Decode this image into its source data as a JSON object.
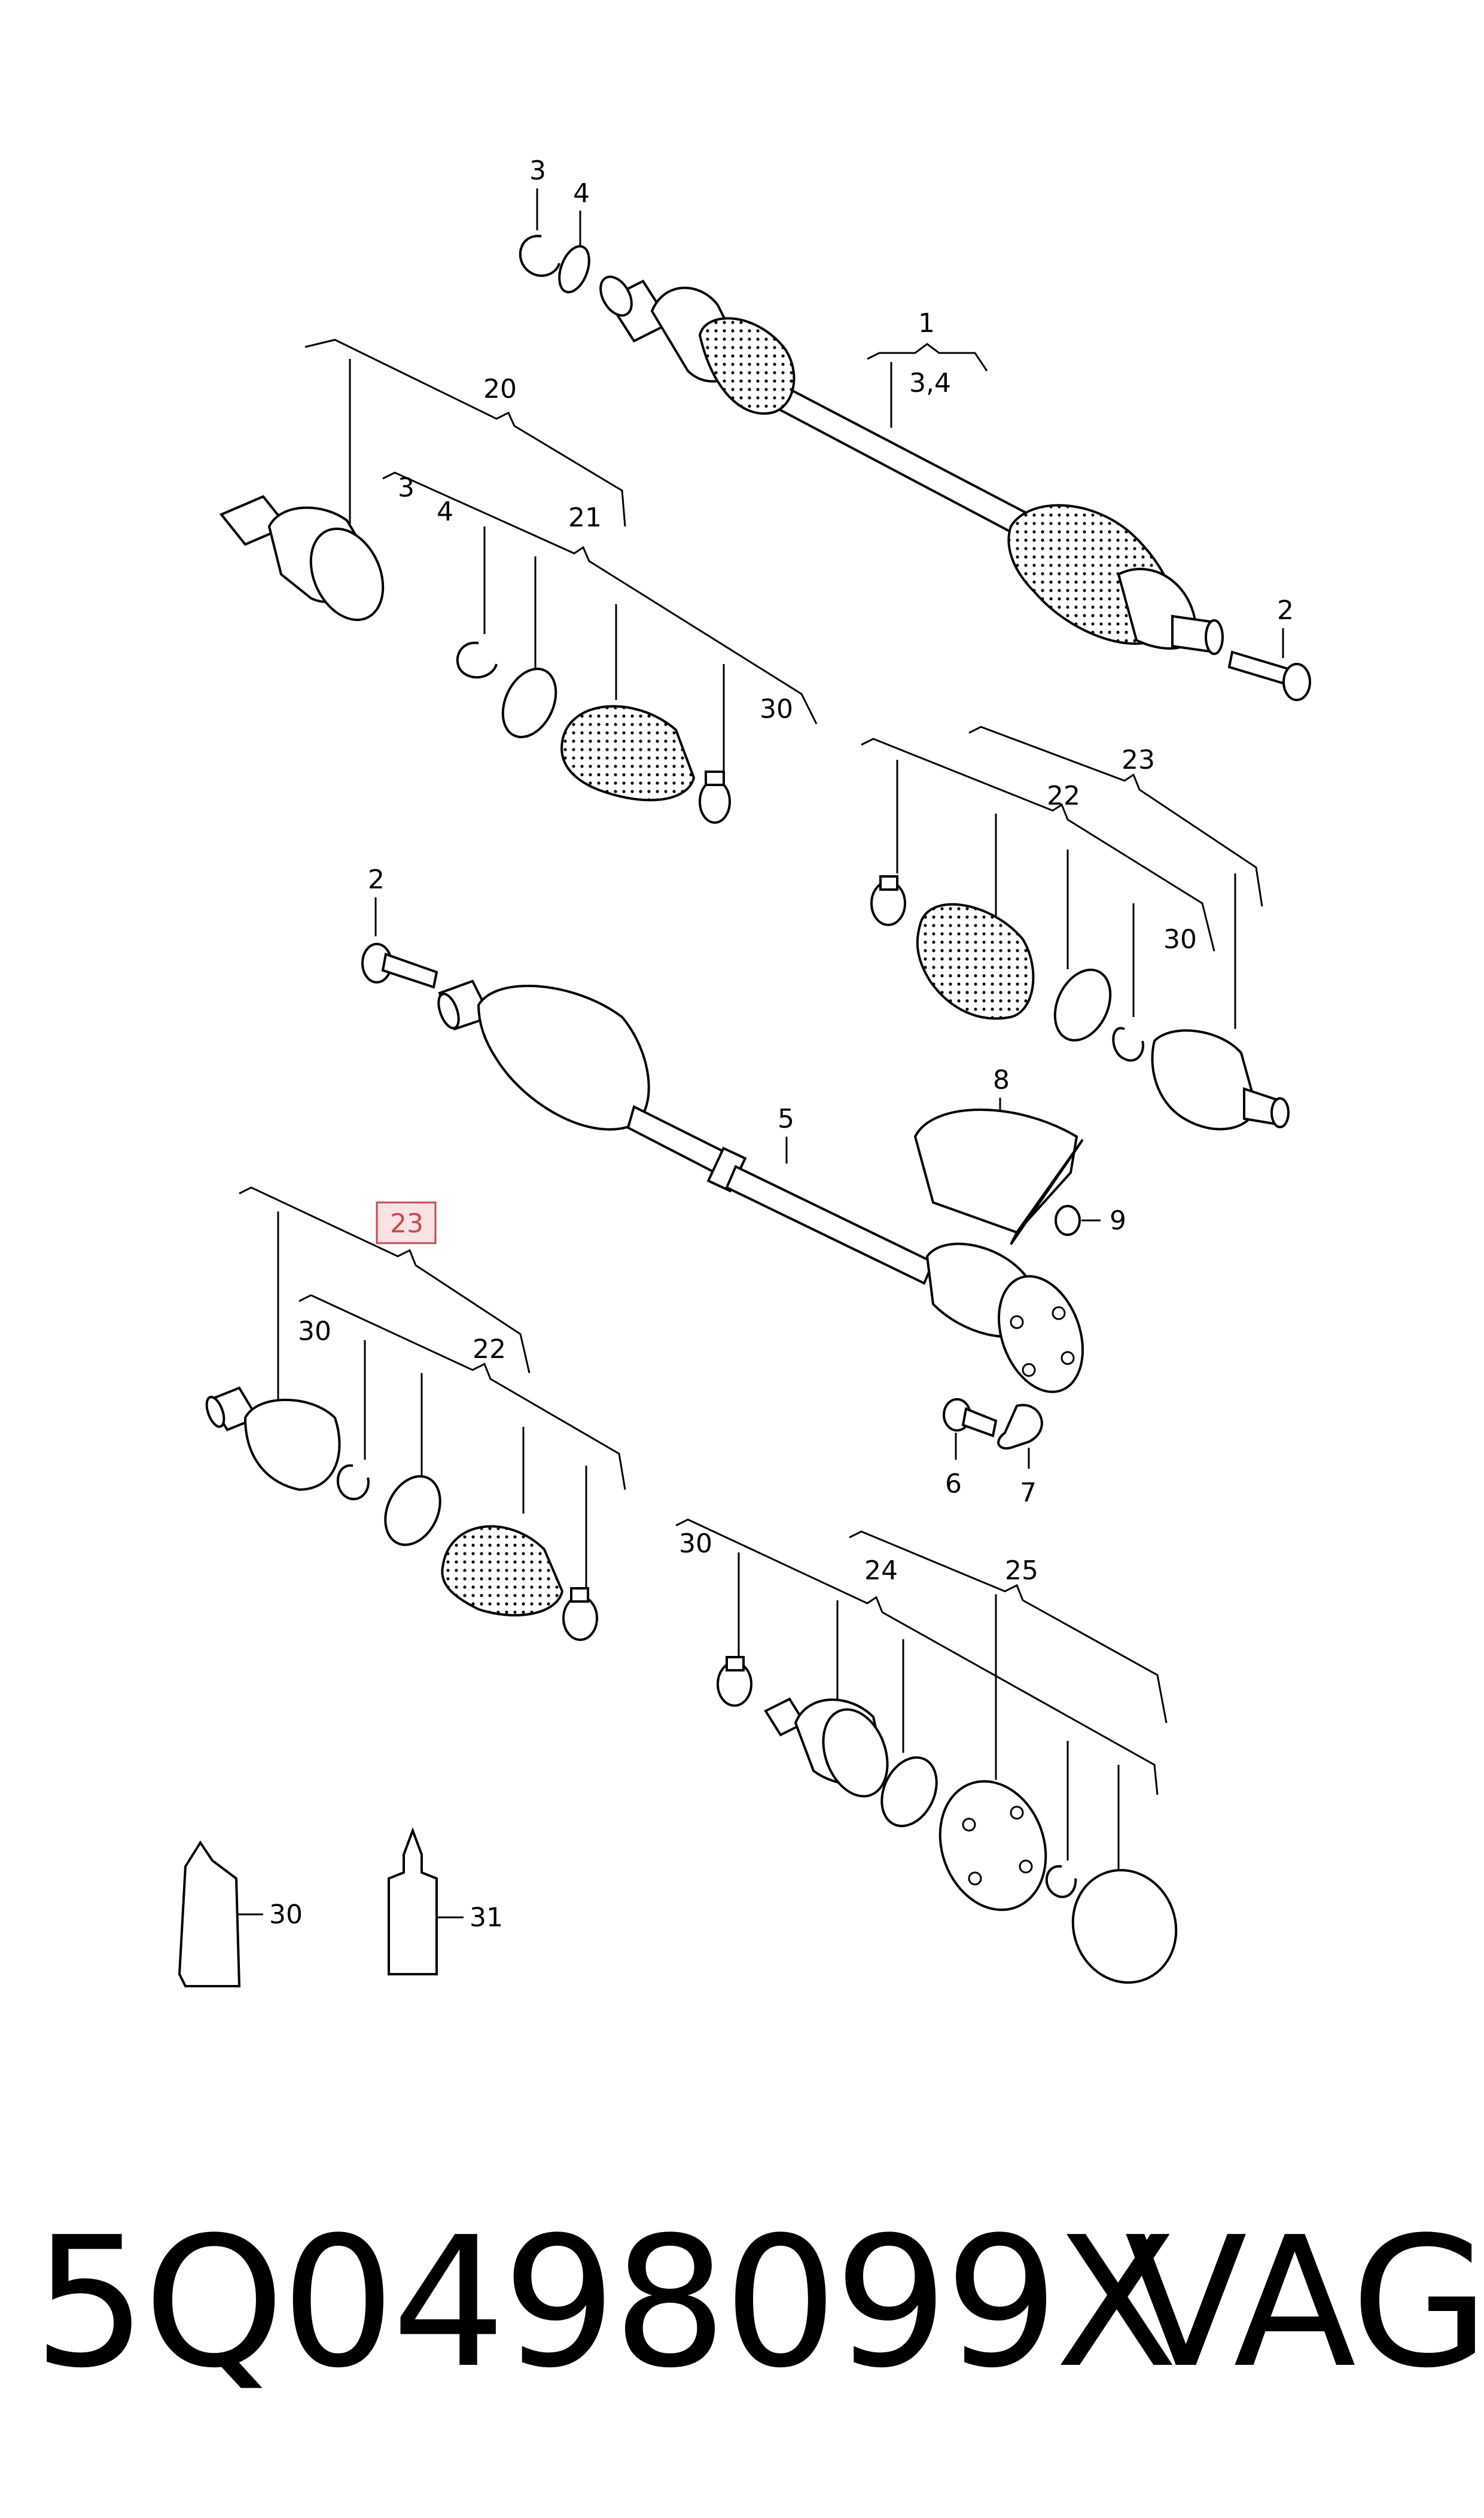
{
  "callouts": {
    "c3_top": "3",
    "c4_top": "4",
    "c1": "1",
    "c34": "3,4",
    "c20": "20",
    "c3_mid": "3",
    "c4_mid": "4",
    "c21": "21",
    "c30_a": "30",
    "c2_right": "2",
    "c23_right": "23",
    "c22_right": "22",
    "c30_b": "30",
    "c2_left": "2",
    "c8": "8",
    "c5": "5",
    "c9": "9",
    "c23_highlight": "23",
    "c30_c": "30",
    "c22_left": "22",
    "c6": "6",
    "c7": "7",
    "c30_d": "30",
    "c24": "24",
    "c25": "25",
    "c30_tube": "30",
    "c31": "31"
  },
  "highlight_color": "#c8474f",
  "footer": {
    "part_number": "5Q0498099X",
    "brand": "VAG"
  }
}
